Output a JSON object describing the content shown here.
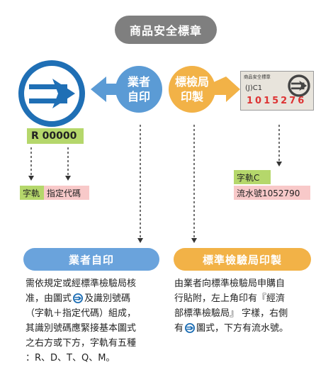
{
  "header": {
    "title": "商品安全標章"
  },
  "steps": {
    "vendor": {
      "line1": "業者",
      "line2": "自印"
    },
    "bureau": {
      "line1": "標檢局",
      "line2": "印製"
    }
  },
  "left_mark": {
    "code_label": "R 00000",
    "tag_letter": "字軌",
    "tag_code": "指定代碼"
  },
  "right_mark": {
    "sticker_top": "商品安全標章",
    "sticker_mid": "(J)C1",
    "sticker_serial": "1015276",
    "tag_letter": "字軌C",
    "tag_serial": "流水號1052790"
  },
  "sections": {
    "vendor": {
      "heading": "業者自印",
      "line1": "需依規定或經標準檢驗局核",
      "line2a": "准，由圖式",
      "line2b": "及識別號碼",
      "line3": "（字軌＋指定代碼）組成，",
      "line4": "其識別號碼應緊接基本圖式",
      "line5": "之右方或下方，字軌有五種",
      "line6": "：R、D、T、Q、M。"
    },
    "bureau": {
      "heading": "標準檢驗局印製",
      "line1": "由業者向標準檢驗局申購自",
      "line2": "行貼附，左上角印有『經濟",
      "line3": "部標準檢驗局』 字樣，右側",
      "line4a": "有",
      "line4b": "圖式，下方有流水號。"
    }
  },
  "colors": {
    "logo_blue": "#1f6fb5",
    "vendor_accent": "#5b9bd5",
    "bureau_accent": "#f2b247",
    "tag_green": "#b5d76b",
    "tag_pink": "#f8c9c9",
    "title_gray": "#7f7f7f"
  }
}
